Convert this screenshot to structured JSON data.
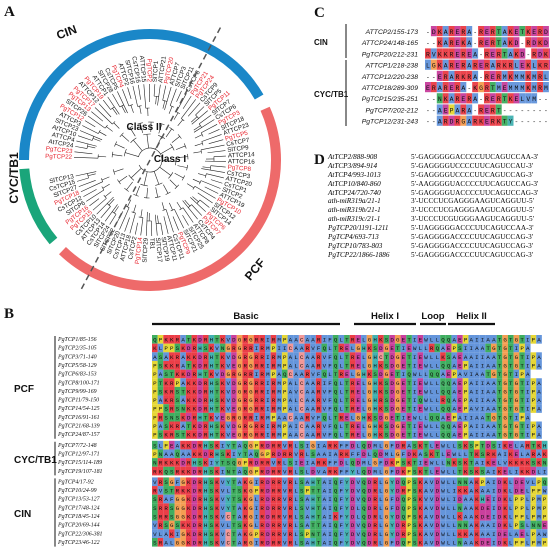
{
  "panels": {
    "a": "A",
    "b": "B",
    "c": "C",
    "d": "D"
  },
  "colors": {
    "cin": "#1a87c8",
    "cyc": "#1aa57a",
    "pcf": "#ee6a6a",
    "pg": "#e8232d",
    "dark": "#111111"
  },
  "panel_a": {
    "groups": [
      {
        "label": "CIN",
        "color": "#1a87c8",
        "start": 270,
        "end": 60
      },
      {
        "label": "PCF",
        "color": "#ee6a6a",
        "start": 66,
        "end": 224
      },
      {
        "label": "CYC/TB1",
        "color": "#1aa57a",
        "start": 230,
        "end": 266
      }
    ],
    "class_labels": [
      "Class II",
      "Class I"
    ],
    "leaves": [
      "PgTCP22",
      "PgTCP23",
      "AtTCP24",
      "ATTCP4",
      "AtTCP10",
      "SlTCP23",
      "ATTCP3",
      "PgTCP12",
      "SlTCP26",
      "PgTCP13",
      "PgTCP17",
      "ATTCP12",
      "PgTCP19",
      "ATTCP1",
      "SlTCP28",
      "CsTCP5",
      "PgTCP4",
      "ATTCP2",
      "SlTCP16",
      "CsTCP16",
      "ATTCP15",
      "PgTCP2",
      "SlTCP1",
      "ATTCP21",
      "PgTCP20",
      "ATTCP7",
      "SlTCP3",
      "SlTCP11",
      "CsTCP8",
      "PgTCP21",
      "PgTCP24",
      "CsTCP9",
      "SlTCP5",
      "PgTCP11",
      "SlTCP7",
      "CsTCP6",
      "PgTCP3",
      "SlTCP18",
      "ATTCP23",
      "PgTCP5",
      "CsTCP7",
      "SlTCP9",
      "ATTCP14",
      "ATTCP16",
      "PgTCP8",
      "CsTCP3",
      "ATTCP20",
      "CsTCP1",
      "SlTCP2",
      "ATTCP19",
      "PgTCP10",
      "SlTCP12",
      "SlTCP14",
      "PgTCP6",
      "PgTCP7",
      "CsTCP4",
      "ATTCP8",
      "SlTCP25",
      "SlTCP21",
      "PgTCP9",
      "CsTCP11",
      "ATTCP11",
      "SlTCP19",
      "SlTCP17",
      "TB1",
      "SlTCP29",
      "PgTCP14",
      "CsTCP2",
      "ATTCP18",
      "CsTCP13",
      "SlTCP20",
      "SlTCP22",
      "SlTCP24",
      "CsTCP14",
      "ATTCP13",
      "CsTCP10",
      "PgTCP15",
      "PgTCP16",
      "SlTCP6",
      "CsTCP12",
      "PgTCP18",
      "SlTCP27",
      "CsTCP15",
      "SlTCP13"
    ]
  },
  "panel_b": {
    "headers": [
      "Basic",
      "Helix I",
      "Loop",
      "Helix II"
    ],
    "groups": [
      {
        "label": "PCF",
        "rows": [
          {
            "name": "PgTCP1/85-156",
            "seq": "QPKKRATKDRHTKVDGRGRRIRMPAACAARIFQLTRELGHKSDGETIEWLLQQAEPAIIAATGTGTIPA"
          },
          {
            "name": "PgTCP2/35-105",
            "seq": "KLPPSKDRHSKVNGRGRRIRMPIICAARVFQLTRELGHKSDGETIEWLLRQAEPSIIAATGTGTIPA"
          },
          {
            "name": "PgTCP3/71-140",
            "seq": "ASAKRAKKDRHTKVDGRGRRIRMPALCAARVFQLTRELGHCTDGETIEWLLKSAEAAIIAATGTGTIPA"
          },
          {
            "name": "PgTCP5/58-129",
            "seq": "PSKKRATKDRHTKVEGRGRRIRMPALCAARVFQLTRELGHKSDGETIEWLLQQAEPAIIAATGTGTIPA"
          },
          {
            "name": "PgTCP6/83-153",
            "seq": "PASTKKDRHTKVDGRGRRIRMPAQCAARVFQLTRELGHKSDGETIQWLLQQAEPAVIAATGTGTIPA"
          },
          {
            "name": "PgTCP8/100-171",
            "seq": "PTKRPAKKDRHSKVDGRGRRIRMPALCAARIFQLTRELGHKSDGETIEWLLQQAEPAIIAATGTGTIPA"
          },
          {
            "name": "PgTCP9/99-169",
            "seq": "PSKRSTKKDRHTKVDGRGRRIRMPAVCAARVFQLTRELGHKSDGETIEWLLQQAEPAIIAATGTGTIPA"
          },
          {
            "name": "PgTCP11/79-150",
            "seq": "PAKRSAKKDRHSKVDGRGRRIRMPALCAARVFQLTRELGHRSDGETIQWLLRQAEPAIIAATGTGTIPA"
          },
          {
            "name": "PgTCP14/54-125",
            "seq": "PPSRSNKKDRHTKVEGRGRRIRMPALCAARVFQLTRELGHKSDGETIEWLLQQAEPAVIAATGTGTIPA"
          },
          {
            "name": "PgTCP16/91-161",
            "seq": "PRSNSKDRHTKVEGRGRRIRMPAACAARVFQLTRELGHKSDGETIEWLLQQAEPAIIAATGTGTIPA"
          },
          {
            "name": "PgTCP21/68-139",
            "seq": "PASKRATKDRHSKVDGRGRRIRMPAICAARVFQLTRELGHKSDGETIEWLLQQAEPAIIAATGTGTIPA"
          },
          {
            "name": "PgTCP24/87-157",
            "seq": "PSKRSTKKDRHTKVEGRGRRIRMPAACAARVFQLTRELGHKSDGETIEWLLQQAEPAIIAATGTGTIPA"
          }
        ]
      },
      {
        "label": "CYC/TB1",
        "rows": [
          {
            "name": "PgTCP7/72-148",
            "seq": "SLPEAKKDRHSKIYTAQGPRDRRVRLSIGIARKFFDLQDMLGFDRASKTLEWLLSKSPTDSIKELARTKHINN"
          },
          {
            "name": "PgTCP12/97-171",
            "seq": "PNAAQAAKKDRHSKIYTAQGPRDRRVRLSAAIARKFFDLQDMLGFDKASKTLEWLLTKSRKAIKELARAKKQKQ"
          },
          {
            "name": "PgTCP15/114-189",
            "seq": "NRKKKDRHSKIYTSQGPRDRRVRLSIEIARKFFDLQDMLGFDKPSKTIEWLLNKSKTAIKELVKKKKSKN"
          },
          {
            "name": "PgTCP19/107-181",
            "seq": "RKQSRKKDRHSKINTAQGPRDRRVRLSLDVARKFFYLQDMLGFDKPSKTLEWLLTKSKSAIKELIKKDLINN"
          }
        ]
      },
      {
        "label": "CIN",
        "rows": [
          {
            "name": "PgTCP4/17-92",
            "seq": "VRSGFGKDRHSKVYTAKGIRDRRVRLSAHTAIQFYDVQDRLGYDQPSKAVDWLLNNAKPAIDKLDEVLPQWNN"
          },
          {
            "name": "PgTCP10/24-99",
            "seq": "RVSTRKKDRHSKVLTSKGPRDRRVRLSPTTAIQFYDVQDRLGYDRPSKAVDWLIKKAKAAIDKLDELPPWNP"
          },
          {
            "name": "PgTCP13/53-127",
            "seq": "SRAFGGKDRHSKVYTSKGLRDRRVRLSAHTAIQFYDVQDRLGFDQPSKVVDWLIDAAKHEIDKLPPLPMPQV"
          },
          {
            "name": "PgTCP17/48-124",
            "seq": "SRRSGGKDRHSKVYTAKGIRDRRVRLSVHTAIQFYDLQDRLGFDQPSKAVDWLLNAAKDEIDKLPPLPMPQV"
          },
          {
            "name": "PgTCP18/45-124",
            "seq": "SRRSGGKDRHSKVCTARGIRDRRVRLSAHTAIKFYDLQDRLGYDQPSKAVDWLLKAAKDEIDKLPPLPMPQV"
          },
          {
            "name": "PgTCP20/69-144",
            "seq": "VRSGSKKDRHSKVLTSKGLRDRRVRLSATTAIQFYDVQDRLGYDRPSKAVDWLLNNAKAAIDKLPSLNNEFMN"
          },
          {
            "name": "PgTCP22/306-381",
            "seq": "VLAKIGKDRHSKVCTAKGPRDRRVRLSPNTAIQFYDVQDRLGYDRPSKAVDWLLKKAKAAIDELAELPAWKP"
          },
          {
            "name": "PgTCP23/46-122",
            "seq": "SRALGGKDRHSKVCTARGIRDRRVRLSAHTAIQFYDVQDRLGFDQPSKAVDWLLNAAKDEIDKLPPLPMPQG"
          }
        ]
      }
    ]
  },
  "panel_c": {
    "group_labels": [
      "CIN",
      "CYC/TB1"
    ],
    "rows": [
      {
        "name": "ATTCP2/155-173",
        "seq": "-DKARERA-RERTAKETKERD"
      },
      {
        "name": "ATTCP24/148-165",
        "seq": "--KAREKA-RERTAKD-RDKD"
      },
      {
        "name": "PgTCP20/212-231",
        "seq": "RVKKREREA-RERTAKD-RDKD"
      },
      {
        "name": "ATTCP1/218-238",
        "seq": "LGKARERARERARKRLEKLKRD"
      },
      {
        "name": "ATTCP12/220-238",
        "seq": "--ERARKRA-RERMKMMKMRL"
      },
      {
        "name": "ATTCP18/289-309",
        "seq": "ERARERA-KGRTMEMMMKMRM"
      },
      {
        "name": "PgTCP15/235-251",
        "seq": "--NKARERA-RERTKELVM--"
      },
      {
        "name": "PgTCP7/202-212",
        "seq": "--AEPARA-RERT--------"
      },
      {
        "name": "PgTCP12/231-243",
        "seq": "--ARDRGARKERKTY------"
      }
    ]
  },
  "panel_d": {
    "rows": [
      {
        "name": "AtTCP2/888-908",
        "seq": "5'-GAGGGGGACCCCUUCAGUCCAA-3'"
      },
      {
        "name": "AtTCP3/894-914",
        "seq": "5'-GAGGGGUCCCCUUCAGUCCAU-3'"
      },
      {
        "name": "AtTCP4/993-1013",
        "seq": "5'-GAGGGGUCCCCUUCAGUCCAG-3'"
      },
      {
        "name": "AtTCP10/840-860",
        "seq": "5'-AAGGGGUACCCCUUCAGUCCAG-3'"
      },
      {
        "name": "AtTCP24/720-740",
        "seq": "5'-GAGGGGUACCCCUUCAGUCCAG-3'"
      },
      {
        "name": "ath-miR319a/21-1",
        "seq": "3'-UCCCUCGAGGGAAGUCAGGUU-5'"
      },
      {
        "name": "ath-miR319b/21-1",
        "seq": "3'-UCCCUCGAGGGAAGUCAGGUU-5'"
      },
      {
        "name": "ath-miR319c/21-1",
        "seq": "3'-UCCCUCGUGGGAAGUCAGGUU-5'"
      },
      {
        "name": "PgTCP20/1191-1211",
        "seq": "5'-UAGGGGGACCCUUCAGUCCAA-3'"
      },
      {
        "name": "PgTCP4/693-713",
        "seq": "5'-GAGGGGACCCCUUCAGUCCAG-3'"
      },
      {
        "name": "PgTCP10/783-803",
        "seq": "5'-GAGGGGACCCCUUCAGUCCAG-3'"
      },
      {
        "name": "PgTCP22/1866-1886",
        "seq": "5'-GAGGGGACCCCUUCAGUCCAG-3'"
      }
    ]
  }
}
